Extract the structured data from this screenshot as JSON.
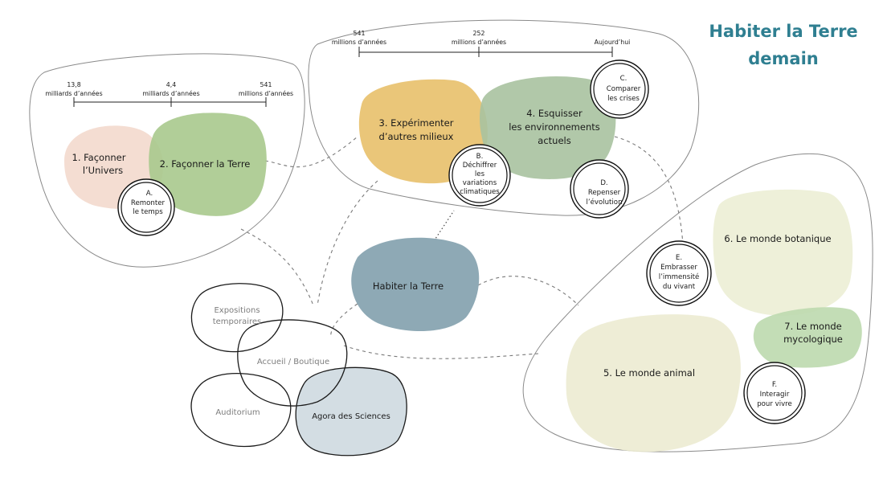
{
  "title": {
    "line1": "Habiter la Terre",
    "line2": "demain"
  },
  "timeline_left": {
    "ticks": [
      {
        "value": "13,8",
        "unit": "milliards d’années"
      },
      {
        "value": "4,4",
        "unit": "milliards d’années"
      },
      {
        "value": "541",
        "unit": "millions d’années"
      }
    ]
  },
  "timeline_top": {
    "ticks": [
      {
        "value": "541",
        "unit": "millions d’années"
      },
      {
        "value": "252",
        "unit": "millions d’années"
      },
      {
        "value": "",
        "unit": "Aujourd’hui"
      }
    ]
  },
  "themes": [
    {
      "lines": [
        "1. Façonner",
        "l’Univers"
      ],
      "color": "#f3d9cd"
    },
    {
      "lines": [
        "2. Façonner la Terre"
      ],
      "color": "#a8c98d"
    },
    {
      "lines": [
        "3. Expérimenter",
        "d’autres milieux"
      ],
      "color": "#e8c06a"
    },
    {
      "lines": [
        "4. Esquisser",
        "les environnements",
        "actuels"
      ],
      "color": "#a9c2a0"
    },
    {
      "lines": [
        "5. Le monde animal"
      ],
      "color": "#ecebd2"
    },
    {
      "lines": [
        "6. Le monde botanique"
      ],
      "color": "#eceed5"
    },
    {
      "lines": [
        "7. Le monde",
        "mycologique"
      ],
      "color": "#bcd9ae"
    }
  ],
  "questions": [
    {
      "letter": "A.",
      "lines": [
        "Remonter",
        "le temps"
      ]
    },
    {
      "letter": "B.",
      "lines": [
        "Déchiffrer",
        "les",
        "variations",
        "climatiques"
      ]
    },
    {
      "letter": "C.",
      "lines": [
        "Comparer",
        "les crises"
      ]
    },
    {
      "letter": "D.",
      "lines": [
        "Repenser",
        "l’évolution"
      ]
    },
    {
      "letter": "E.",
      "lines": [
        "Embrasser",
        "l’immensité",
        "du vivant"
      ]
    },
    {
      "letter": "F.",
      "lines": [
        "Interagir",
        "pour vivre"
      ]
    }
  ],
  "hub": {
    "label": "Habiter la Terre",
    "color": "#8ea9b5"
  },
  "spaces": {
    "expositions": [
      "Expositions",
      "temporaires"
    ],
    "accueil": "Accueil / Boutique",
    "auditorium": "Auditorium",
    "agora": "Agora des Sciences",
    "agora_color": "#d3dde3"
  },
  "colors": {
    "title": "#2f7f91"
  }
}
